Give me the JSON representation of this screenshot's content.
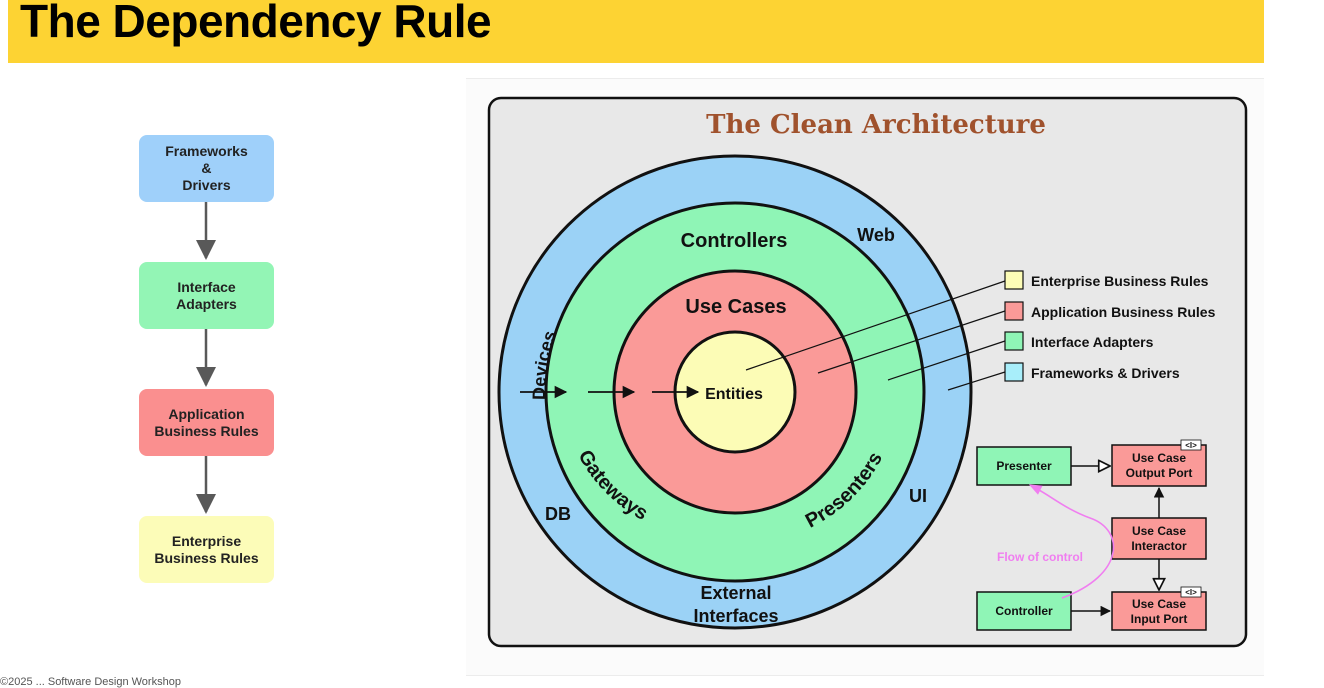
{
  "slide": {
    "title": "The Dependency Rule",
    "footer": "©2025 ... Software Design Workshop"
  },
  "flowchart": {
    "boxes": [
      {
        "label": "Frameworks\n&\nDrivers",
        "color": "#9fd0fa"
      },
      {
        "label": "Interface\nAdapters",
        "color": "#93f5b5"
      },
      {
        "label": "Application\nBusiness Rules",
        "color": "#fa8f8f"
      },
      {
        "label": "Enterprise\nBusiness Rules",
        "color": "#fcfcb8"
      }
    ]
  },
  "clean_architecture": {
    "title": "The Clean Architecture",
    "rings": {
      "outer": {
        "color": "#9bd2f6",
        "labels": [
          "Devices",
          "Web",
          "DB",
          "UI",
          "External",
          "Interfaces"
        ]
      },
      "middle": {
        "color": "#8ff5b6",
        "labels": [
          "Controllers",
          "Gateways",
          "Presenters"
        ]
      },
      "inner": {
        "color": "#fa9a98",
        "labels": [
          "Use Cases"
        ]
      },
      "core": {
        "color": "#fcfcb6",
        "labels": [
          "Entities"
        ]
      }
    },
    "legend": [
      {
        "label": "Enterprise Business Rules",
        "color": "#fcfcb6"
      },
      {
        "label": "Application Business Rules",
        "color": "#fa9a98"
      },
      {
        "label": "Interface Adapters",
        "color": "#8ff5b6"
      },
      {
        "label": "Frameworks & Drivers",
        "color": "#a8eefa"
      }
    ],
    "flow_detail": {
      "presenter": "Presenter",
      "controller": "Controller",
      "output_port_1": "Use Case",
      "output_port_2": "Output Port",
      "interactor_1": "Use Case",
      "interactor_2": "Interactor",
      "input_port_1": "Use Case",
      "input_port_2": "Input Port",
      "interface_tag": "<I>",
      "flow_of_control": "Flow of control",
      "flow_color": "#f07ef0"
    }
  }
}
